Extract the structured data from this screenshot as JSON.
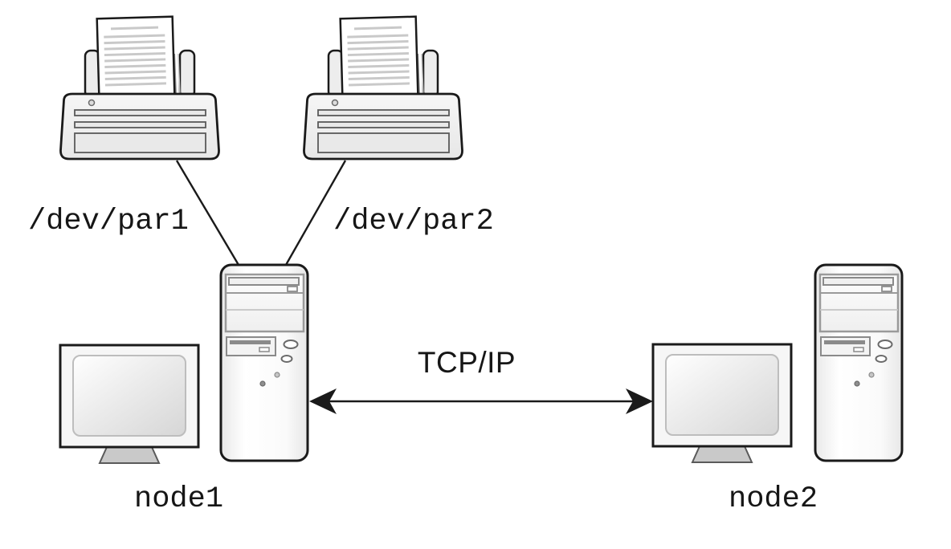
{
  "diagram": {
    "labels": {
      "dev_par1": "/dev/par1",
      "dev_par2": "/dev/par2",
      "tcp_ip": "TCP/IP",
      "node1": "node1",
      "node2": "node2"
    },
    "connections": [
      {
        "from": "printer-1",
        "to": "node1",
        "label": "/dev/par1",
        "style": "plain-line"
      },
      {
        "from": "printer-2",
        "to": "node1",
        "label": "/dev/par2",
        "style": "plain-line"
      },
      {
        "from": "node1",
        "to": "node2",
        "label": "TCP/IP",
        "style": "double-headed-arrow"
      }
    ],
    "icons": [
      {
        "name": "printer-icon",
        "count": 2
      },
      {
        "name": "monitor-icon",
        "count": 2
      },
      {
        "name": "computer-tower-icon",
        "count": 2
      }
    ],
    "colors": {
      "background": "#ffffff",
      "stroke": "#1a1a1a",
      "panel_light": "#f5f5f5",
      "panel_mid": "#e8e8e8",
      "detail_gray": "#8a8a8a",
      "stand_gray": "#c9c9c9",
      "paper_line_gray": "#c9c9c9"
    }
  }
}
